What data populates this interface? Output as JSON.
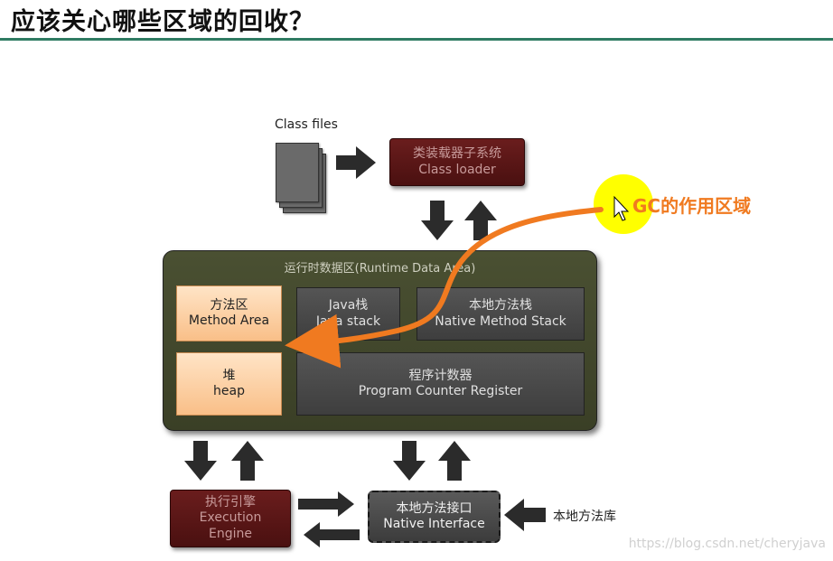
{
  "title": "应该关心哪些区域的回收？",
  "class_files_label": "Class files",
  "class_loader": {
    "zh": "类装载器子系统",
    "en": "Class loader"
  },
  "runtime_area_title": "运行时数据区(Runtime Data Area)",
  "method_area": {
    "zh": "方法区",
    "en": "Method Area"
  },
  "java_stack": {
    "zh": "Java栈",
    "en": "Java stack"
  },
  "native_method_stack": {
    "zh": "本地方法栈",
    "en": "Native Method Stack"
  },
  "heap": {
    "zh": "堆",
    "en": "heap"
  },
  "pc_register": {
    "zh": "程序计数器",
    "en": "Program Counter Register"
  },
  "execution_engine": {
    "zh": "执行引擎",
    "en1": "Execution",
    "en2": "Engine"
  },
  "native_interface": {
    "zh": "本地方法接口",
    "en": "Native Interface"
  },
  "native_library_label": "本地方法库",
  "gc_label": "GC的作用区域",
  "watermark": "https://blog.csdn.net/cheryjava",
  "colors": {
    "accent": "#f07a20",
    "rule": "#2f7b62",
    "highlight": "#ffff00"
  }
}
